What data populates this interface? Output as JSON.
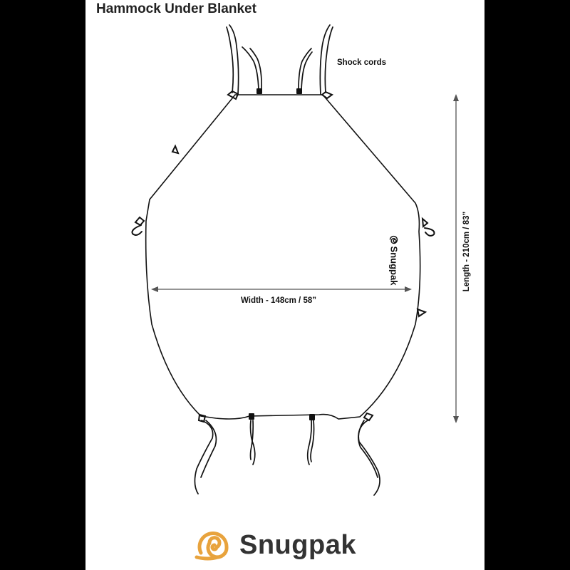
{
  "title": "Hammock Under Blanket",
  "labels": {
    "shock_cords": "Shock cords",
    "width": "Width - 148cm / 58”",
    "length": "Length - 210cm / 83”"
  },
  "brand": {
    "name": "Snugpak",
    "panel_mark": "Snugpak",
    "icon": "snail-shell-icon",
    "accent": "#E8A33D"
  },
  "colors": {
    "background": "#000000",
    "panel": "#ffffff",
    "line": "#111111"
  }
}
